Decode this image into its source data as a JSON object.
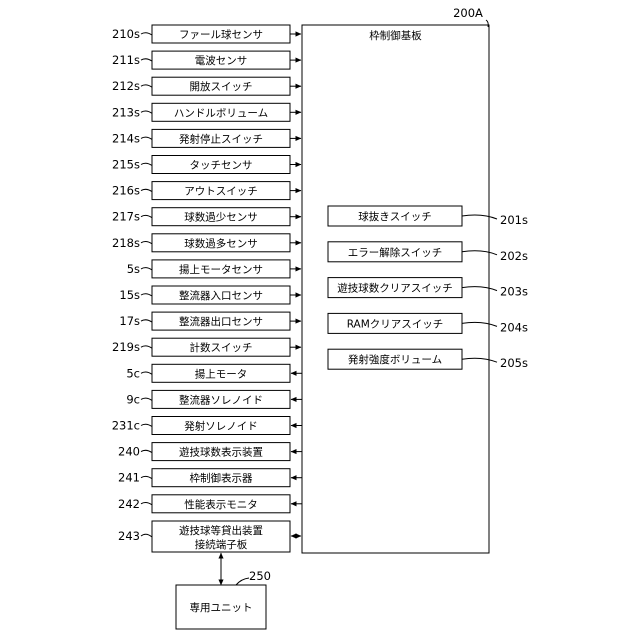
{
  "board": {
    "ref": "200A",
    "title": "枠制御基板"
  },
  "inputs": [
    {
      "ref": "210s",
      "label": "ファール球センサ",
      "dir": "in"
    },
    {
      "ref": "211s",
      "label": "電波センサ",
      "dir": "in"
    },
    {
      "ref": "212s",
      "label": "開放スイッチ",
      "dir": "in"
    },
    {
      "ref": "213s",
      "label": "ハンドルボリューム",
      "dir": "in"
    },
    {
      "ref": "214s",
      "label": "発射停止スイッチ",
      "dir": "in"
    },
    {
      "ref": "215s",
      "label": "タッチセンサ",
      "dir": "in"
    },
    {
      "ref": "216s",
      "label": "アウトスイッチ",
      "dir": "in"
    },
    {
      "ref": "217s",
      "label": "球数過少センサ",
      "dir": "in"
    },
    {
      "ref": "218s",
      "label": "球数過多センサ",
      "dir": "in"
    },
    {
      "ref": "5s",
      "label": "揚上モータセンサ",
      "dir": "in"
    },
    {
      "ref": "15s",
      "label": "整流器入口センサ",
      "dir": "in"
    },
    {
      "ref": "17s",
      "label": "整流器出口センサ",
      "dir": "in"
    },
    {
      "ref": "219s",
      "label": "計数スイッチ",
      "dir": "in"
    },
    {
      "ref": "5c",
      "label": "揚上モータ",
      "dir": "out"
    },
    {
      "ref": "9c",
      "label": "整流器ソレノイド",
      "dir": "out"
    },
    {
      "ref": "231c",
      "label": "発射ソレノイド",
      "dir": "out"
    },
    {
      "ref": "240",
      "label": "遊技球数表示装置",
      "dir": "out"
    },
    {
      "ref": "241",
      "label": "枠制御表示器",
      "dir": "out"
    },
    {
      "ref": "242",
      "label": "性能表示モニタ",
      "dir": "out"
    }
  ],
  "connector": {
    "ref": "243",
    "line1": "遊技球等貸出装置",
    "line2": "接続端子板"
  },
  "internal": [
    {
      "ref": "201s",
      "label": "球抜きスイッチ"
    },
    {
      "ref": "202s",
      "label": "エラー解除スイッチ"
    },
    {
      "ref": "203s",
      "label": "遊技球数クリアスイッチ"
    },
    {
      "ref": "204s",
      "label": "RAMクリアスイッチ"
    },
    {
      "ref": "205s",
      "label": "発射強度ボリューム"
    }
  ],
  "unit": {
    "ref": "250",
    "label": "専用ユニット"
  }
}
